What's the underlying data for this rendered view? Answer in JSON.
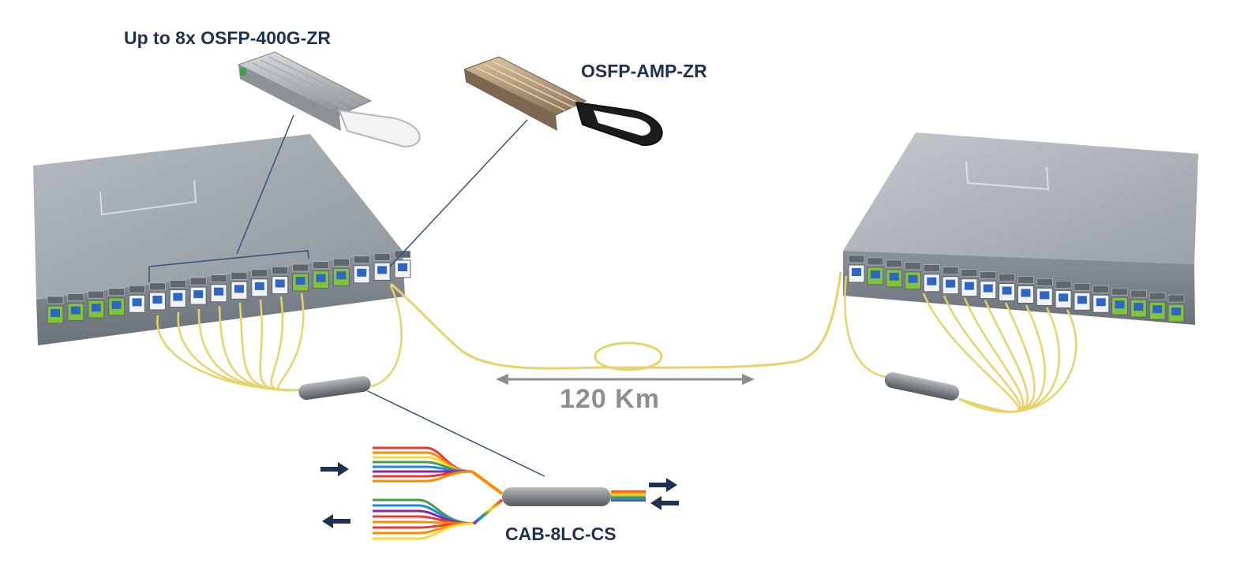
{
  "labels": {
    "transceiver": "Up to 8x OSFP-400G-ZR",
    "amplifier": "OSFP-AMP-ZR",
    "distance": "120 Km",
    "cable": "CAB-8LC-CS"
  },
  "colors": {
    "label_text": "#1f3152",
    "distance_text": "#8e8e8e",
    "fiber": "#e8d36a",
    "switch_top": "#a4abb1",
    "switch_front": "#7f878e",
    "port_green": "#7fc43b",
    "port_blue": "#2f66c4",
    "arrow": "#1f3152",
    "leader_line": "#35527a"
  },
  "icons": [
    "arrow-right-icon",
    "arrow-left-icon",
    "rainbow-fiber-fan-icon"
  ]
}
